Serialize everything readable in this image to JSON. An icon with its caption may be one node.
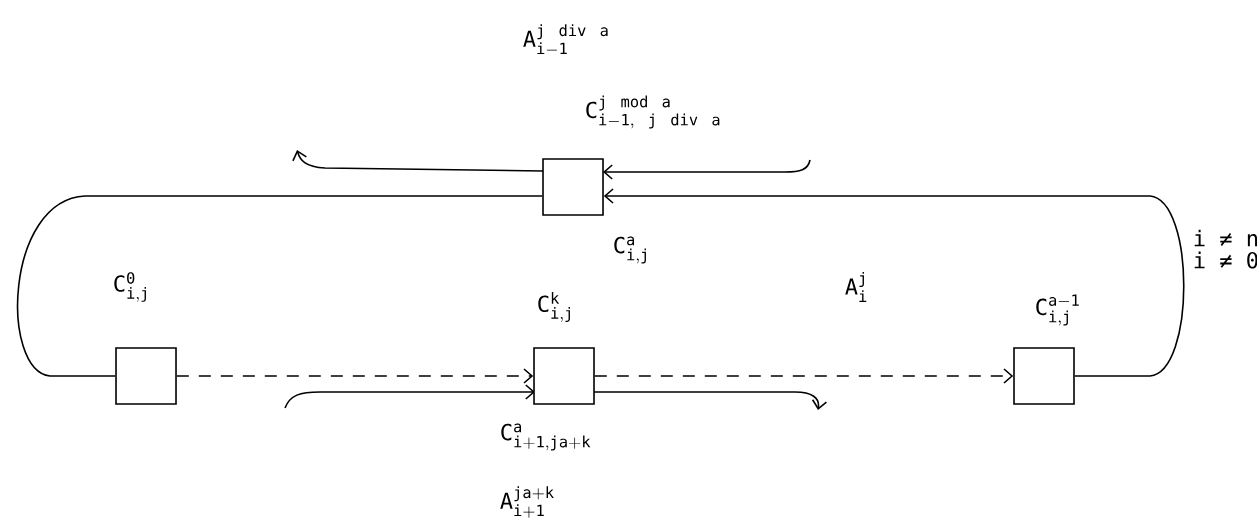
{
  "diagram": {
    "nodes": [
      {
        "text": [],
        "shape": "box",
        "beside": [
          "\\mathtt{C}^{\\mathtt{j\\ mod\\ a}}_{\\mathtt{i-1,\\ j\\ div\\ a}}",
          "\\mathtt{C}^{\\mathtt{a}}_{\\mathtt{i,j}}"
        ]
      },
      {
        "text": [],
        "shape": "box",
        "beside": [
          "\\mathtt{C}^{\\mathtt{0}}_{\\mathtt{i,j}}"
        ]
      },
      {
        "text": [],
        "shape": "box",
        "beside": [
          "\\mathtt{C}^{\\mathtt{k}}_{\\mathtt{i,j}}",
          "\\mathtt{C}^{\\mathtt{a}}_{\\mathtt{i+1,ja+k}}"
        ]
      },
      {
        "text": [],
        "shape": "box",
        "beside": [
          "\\mathtt{C}^{\\mathtt{a-1}}_{\\mathtt{i,j}}"
        ]
      }
    ],
    "edges": [
      {
        "from": 0,
        "to": 1,
        "arrow": "none"
      },
      {
        "from": 1,
        "to": 2,
        "arrow": "to",
        "style": "dashed"
      },
      {
        "from": 2,
        "to": 3,
        "arrow": "to",
        "style": "dashed"
      },
      {
        "from": 3,
        "to": 0,
        "arrow": "to"
      }
    ],
    "labels": [
      "\\mathtt{A}^{\\mathtt{j\\ div\\ a}}_{\\mathtt{i-1}}",
      "i ≠ n",
      "i ≠ 0",
      "\\mathtt{A}^{\\mathtt{j}}_{\\mathtt{i}}",
      "\\mathtt{A}^{\\mathtt{ja+k}}_{\\mathtt{i+1}}"
    ]
  }
}
